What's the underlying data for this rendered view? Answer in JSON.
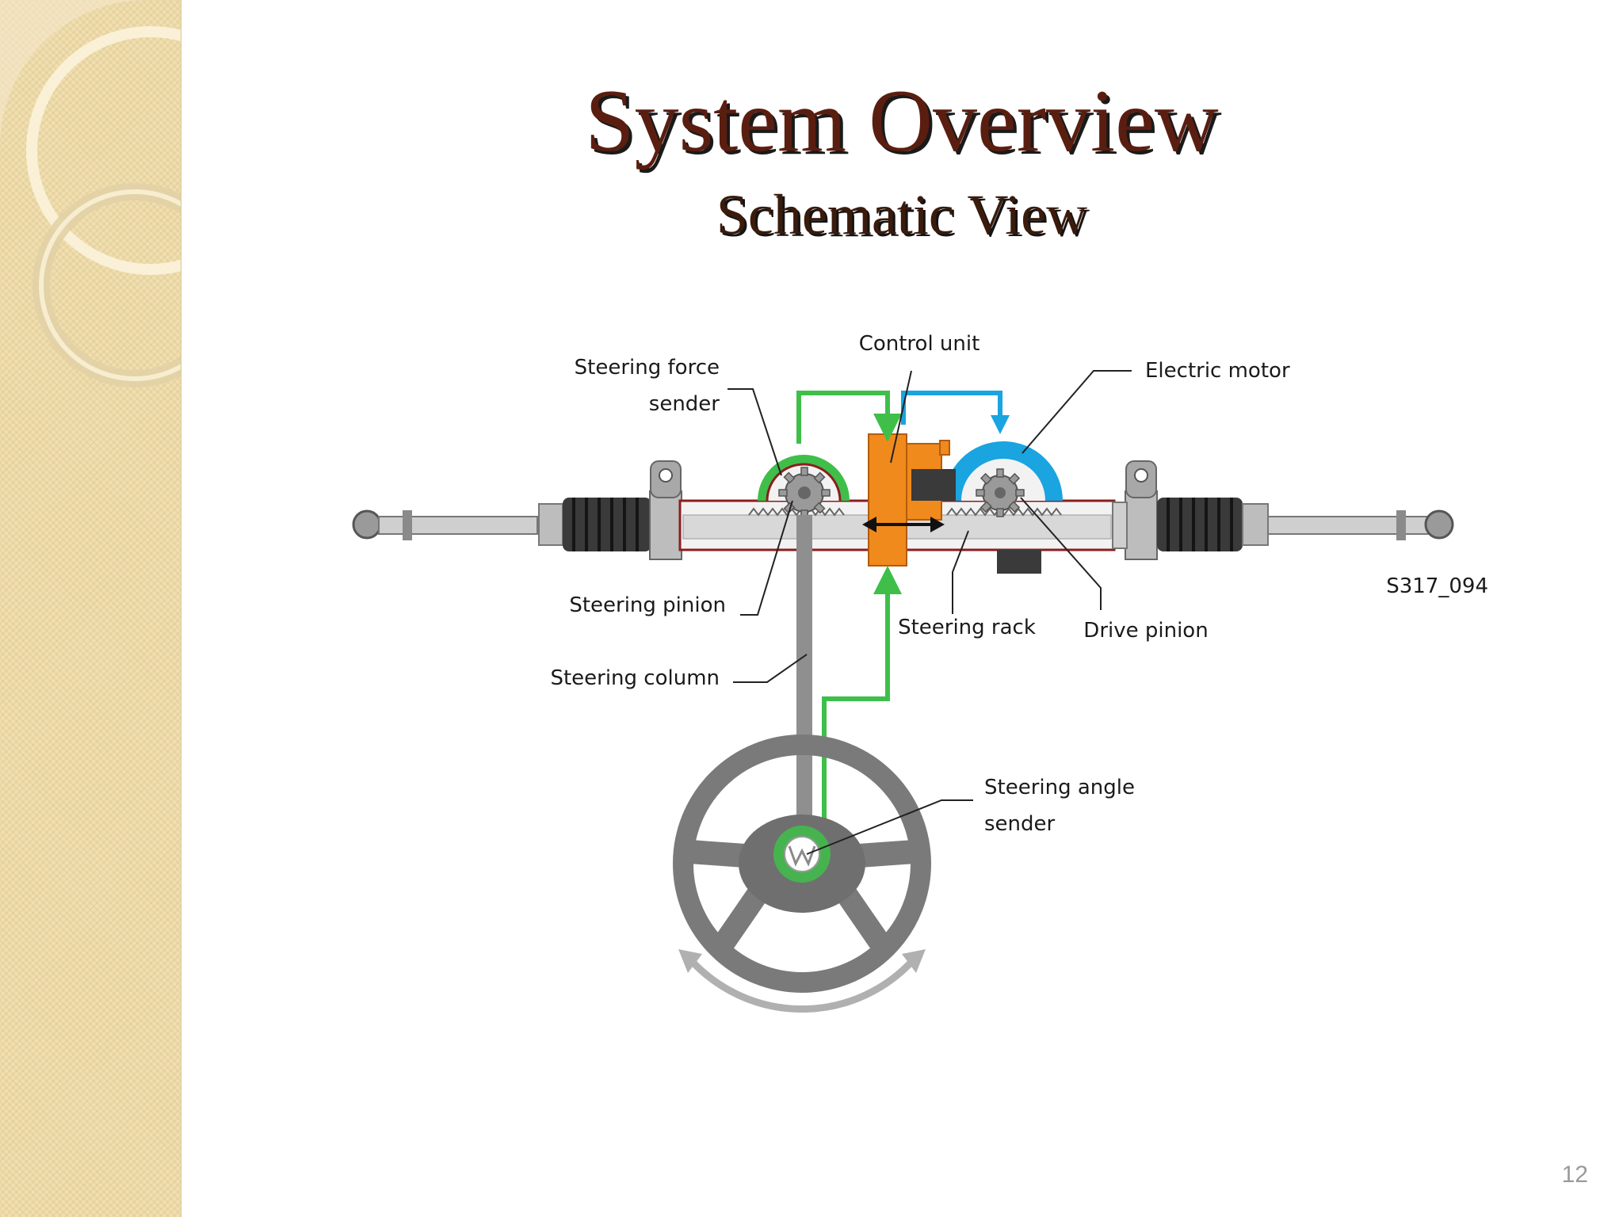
{
  "slide": {
    "title": "System Overview",
    "subtitle": "Schematic View",
    "page_number": "12"
  },
  "diagram": {
    "figure_code": "S317_094",
    "labels": {
      "control_unit": "Control unit",
      "steering_force_sender_line1": "Steering force",
      "steering_force_sender_line2": "sender",
      "electric_motor": "Electric motor",
      "steering_pinion": "Steering pinion",
      "steering_rack": "Steering rack",
      "drive_pinion": "Drive pinion",
      "steering_column": "Steering column",
      "steering_angle_sender_line1": "Steering angle",
      "steering_angle_sender_line2": "sender"
    },
    "colors": {
      "signal_green": "#3fbf4a",
      "motor_blue": "#1aa4e0",
      "control_orange": "#f08a1c",
      "housing_red": "#8b1e1e",
      "title_brown": "#5a1e10",
      "sidebar_tan": "#f0dfb0"
    }
  }
}
